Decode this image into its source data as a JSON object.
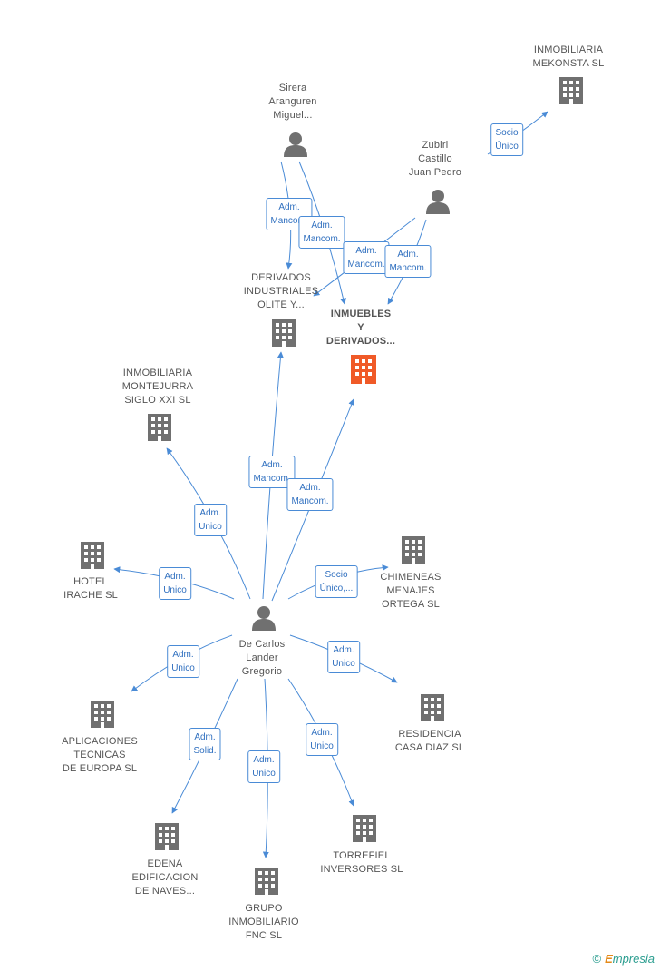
{
  "nodes": {
    "mekonsta": {
      "label": "INMOBILIARIA\nMEKONSTA SL",
      "type": "company"
    },
    "sirera": {
      "label": "Sirera\nAranguren\nMiguel...",
      "type": "person"
    },
    "zubiri": {
      "label": "Zubiri\nCastillo\nJuan Pedro",
      "type": "person"
    },
    "derivados_ind": {
      "label": "DERIVADOS\nINDUSTRIALES\nOLITE Y...",
      "type": "company"
    },
    "inmuebles": {
      "label": "INMUEBLES\nY\nDERIVADOS...",
      "type": "company-main"
    },
    "montejurra": {
      "label": "INMOBILIARIA\nMONTEJURRA\nSIGLO XXI  SL",
      "type": "company"
    },
    "hotel": {
      "label": "HOTEL\nIRACHE SL",
      "type": "company"
    },
    "chimeneas": {
      "label": "CHIMENEAS\nMENAJES\nORTEGA SL",
      "type": "company"
    },
    "decarlos": {
      "label": "De Carlos\nLander\nGregorio",
      "type": "person"
    },
    "aplicaciones": {
      "label": "APLICACIONES\nTECNICAS\nDE EUROPA SL",
      "type": "company"
    },
    "residencia": {
      "label": "RESIDENCIA\nCASA DIAZ SL",
      "type": "company"
    },
    "edena": {
      "label": "EDENA\nEDIFICACION\nDE NAVES...",
      "type": "company"
    },
    "grupo": {
      "label": "GRUPO\nINMOBILIARIO\nFNC SL",
      "type": "company"
    },
    "torrefiel": {
      "label": "TORREFIEL\nINVERSORES SL",
      "type": "company"
    }
  },
  "edges": [
    {
      "from": "zubiri",
      "to": "mekonsta",
      "label": "Socio\nÚnico"
    },
    {
      "from": "sirera",
      "to": "derivados_ind",
      "label": "Adm.\nMancom."
    },
    {
      "from": "sirera",
      "to": "inmuebles",
      "label": "Adm.\nMancom."
    },
    {
      "from": "zubiri",
      "to": "derivados_ind",
      "label": "Adm.\nMancom."
    },
    {
      "from": "zubiri",
      "to": "inmuebles",
      "label": "Adm.\nMancom."
    },
    {
      "from": "decarlos",
      "to": "derivados_ind",
      "label": "Adm.\nMancom."
    },
    {
      "from": "decarlos",
      "to": "inmuebles",
      "label": "Adm.\nMancom."
    },
    {
      "from": "decarlos",
      "to": "montejurra",
      "label": "Adm.\nUnico"
    },
    {
      "from": "decarlos",
      "to": "hotel",
      "label": "Adm.\nUnico"
    },
    {
      "from": "decarlos",
      "to": "chimeneas",
      "label": "Socio\nÚnico,..."
    },
    {
      "from": "decarlos",
      "to": "aplicaciones",
      "label": "Adm.\nUnico"
    },
    {
      "from": "decarlos",
      "to": "residencia",
      "label": "Adm.\nUnico"
    },
    {
      "from": "decarlos",
      "to": "edena",
      "label": "Adm.\nSolid."
    },
    {
      "from": "decarlos",
      "to": "grupo",
      "label": "Adm.\nUnico"
    },
    {
      "from": "decarlos",
      "to": "torrefiel",
      "label": "Adm.\nUnico"
    }
  ],
  "colors": {
    "edge": "#4a8bd6",
    "icon": "#707070",
    "main_icon": "#f05a28"
  },
  "footer": {
    "copyright": "©",
    "brand_first": "E",
    "brand_rest": "mpresia"
  }
}
